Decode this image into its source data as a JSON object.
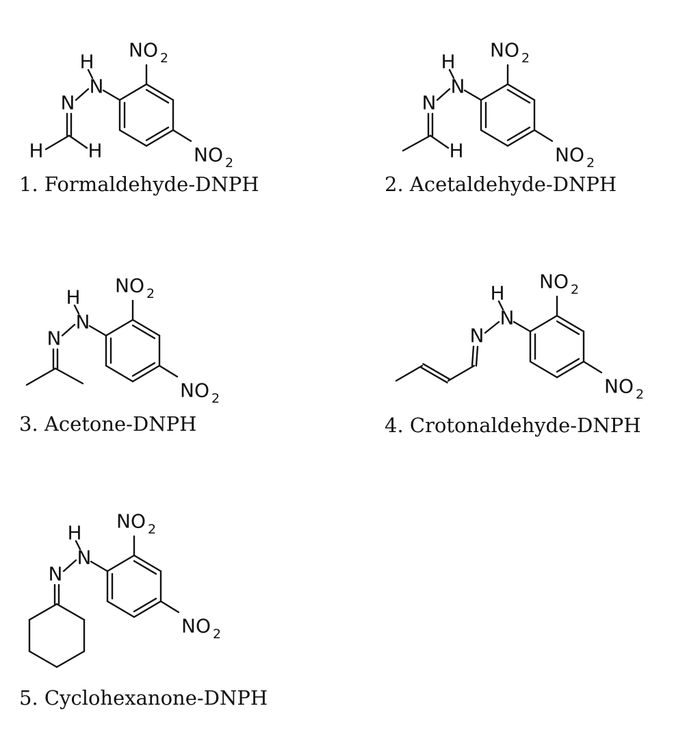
{
  "compounds": [
    {
      "caption": "1. Formaldehyde-DNPH"
    },
    {
      "caption": "2. Acetaldehyde-DNPH"
    },
    {
      "caption": "3. Acetone-DNPH"
    },
    {
      "caption": "4. Crotonaldehyde-DNPH"
    },
    {
      "caption": "5. Cyclohexanone-DNPH"
    }
  ],
  "atoms": {
    "h": "H",
    "n": "N",
    "no": "NO",
    "two": "2"
  }
}
